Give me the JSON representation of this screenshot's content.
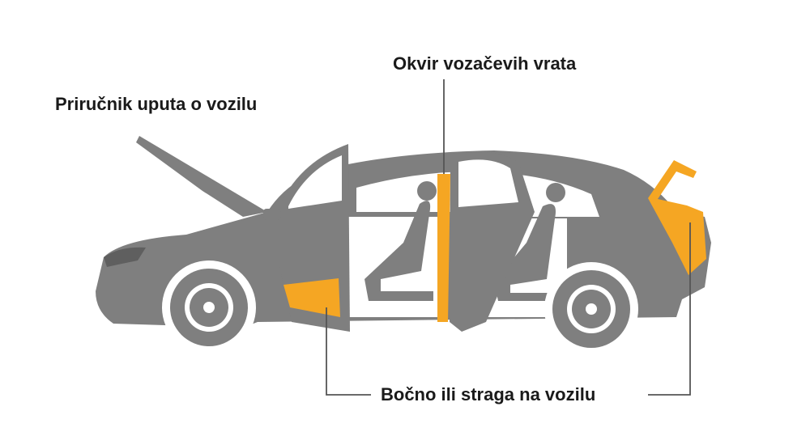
{
  "labels": {
    "manual": "Priručnik uputa o vozilu",
    "door_frame": "Okvir vozačevih vrata",
    "side_rear": "Bočno ili straga na vozilu"
  },
  "colors": {
    "car_body": "#7f7f7f",
    "car_dark": "#5f5f5f",
    "highlight": "#f5a623",
    "leader_line": "#555555",
    "text": "#1a1a1a",
    "background": "#ffffff"
  }
}
